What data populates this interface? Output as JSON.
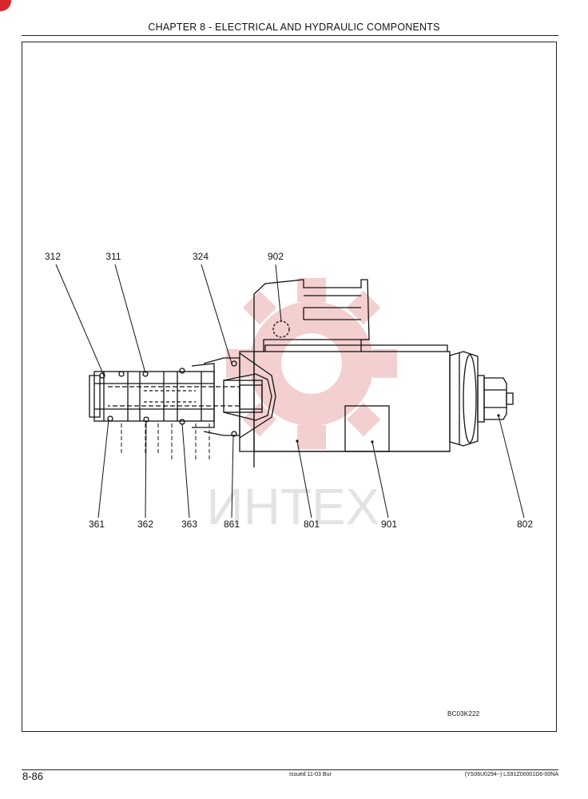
{
  "header": {
    "title": "CHAPTER 8 - ELECTRICAL AND HYDRAULIC COMPONENTS"
  },
  "figure": {
    "callouts": {
      "c312": "312",
      "c311": "311",
      "c324": "324",
      "c902": "902",
      "c361": "361",
      "c362": "362",
      "c363": "363",
      "c861": "861",
      "c801": "801",
      "c901": "901",
      "c802": "802"
    },
    "figure_code": "BC03K222",
    "watermark_text": "ИНТЕХ",
    "watermark_color": "#e89a9a",
    "corner_mark_color": "#d8282f"
  },
  "footer": {
    "page_number": "8-86",
    "issue": "Issued 11-03  Bur",
    "doc_ref": "(YS06U0294~)   LS91Z00001D6-00NA"
  }
}
